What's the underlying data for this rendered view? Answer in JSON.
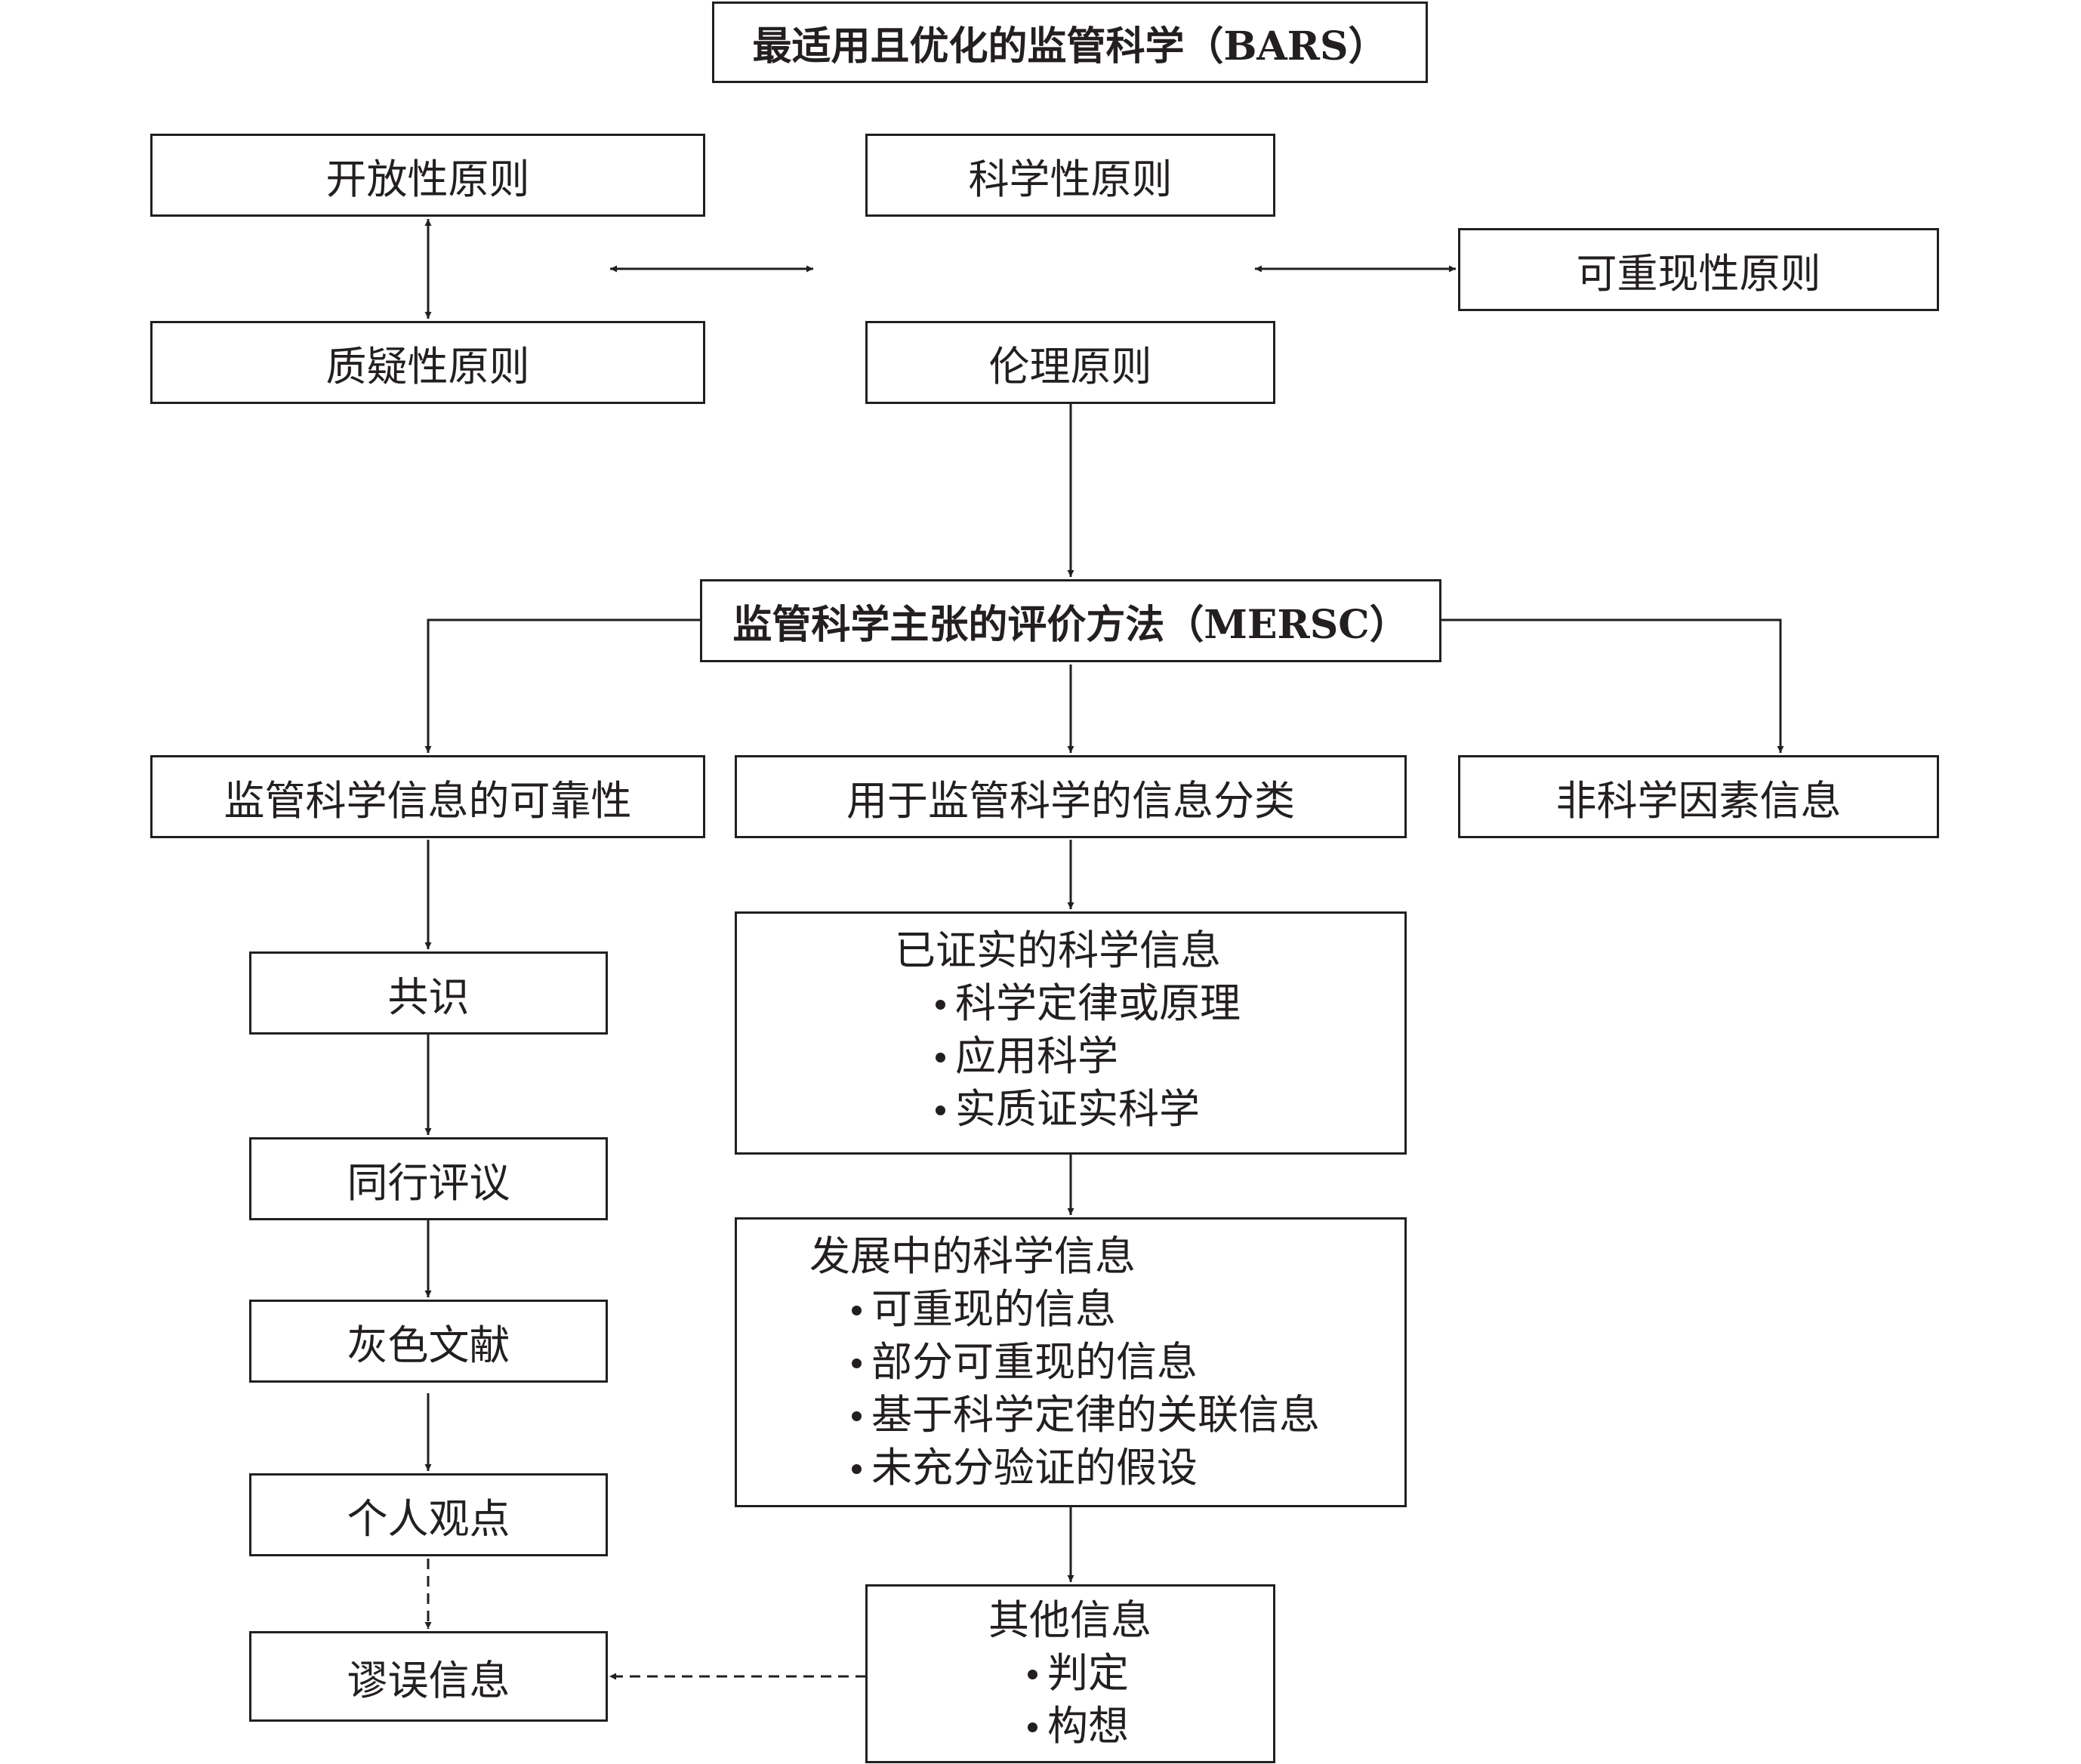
{
  "title": "最适用且优化的监管科学（BARS）",
  "principles": {
    "openness": "开放性原则",
    "scientific": "科学性原则",
    "reproducibility": "可重现性原则",
    "skepticism": "质疑性原则",
    "ethics": "伦理原则"
  },
  "mersc": "监管科学主张的评价方法（MERSC）",
  "branches": {
    "reliability": "监管科学信息的可靠性",
    "classification": "用于监管科学的信息分类",
    "non_science": "非科学因素信息"
  },
  "reliability_chain": [
    "共识",
    "同行评议",
    "灰色文献",
    "个人观点",
    "谬误信息"
  ],
  "classification": {
    "established": {
      "heading": "已证实的科学信息",
      "items": [
        "科学定律或原理",
        "应用科学",
        "实质证实科学"
      ]
    },
    "developing": {
      "heading": "发展中的科学信息",
      "items": [
        "可重现的信息",
        "部分可重现的信息",
        "基于科学定律的关联信息",
        "未充分验证的假设"
      ]
    },
    "other": {
      "heading": "其他信息",
      "items": [
        "判定",
        "构想"
      ]
    }
  },
  "colors": {
    "line": "#231f20",
    "background": "#ffffff"
  }
}
